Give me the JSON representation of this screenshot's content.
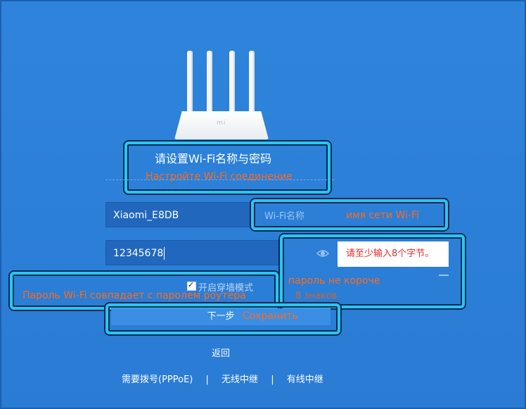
{
  "header": {
    "title": "请设置Wi-Fi名称与密码",
    "title_annotation": "Настройте Wi-Fi соединение",
    "router_logo": "mi"
  },
  "ssid": {
    "value": "Xiaomi_E8DB",
    "hint": "Wi-Fi名称",
    "annotation": "имя сети Wi-Fi"
  },
  "password": {
    "value": "12345678",
    "error": "请至少输入8个字节。",
    "annotation_line1": "пароль не короче",
    "annotation_line2": "8 знаков"
  },
  "option": {
    "checked": true,
    "label": "开启穿墙模式",
    "annotation": "Пароль Wi-Fi совпадает с паролем роутера"
  },
  "actions": {
    "next_label": "下一步",
    "next_annotation": "Сохранить",
    "back_label": "返回"
  },
  "footer": {
    "links": [
      "需要拨号(PPPoE)",
      "无线中继",
      "有线中继"
    ],
    "separator": "|"
  },
  "colors": {
    "background": "#2e84dc",
    "annotation": "#ff6a1c",
    "highlight": "#28c6f0",
    "error": "#e22b2b"
  }
}
